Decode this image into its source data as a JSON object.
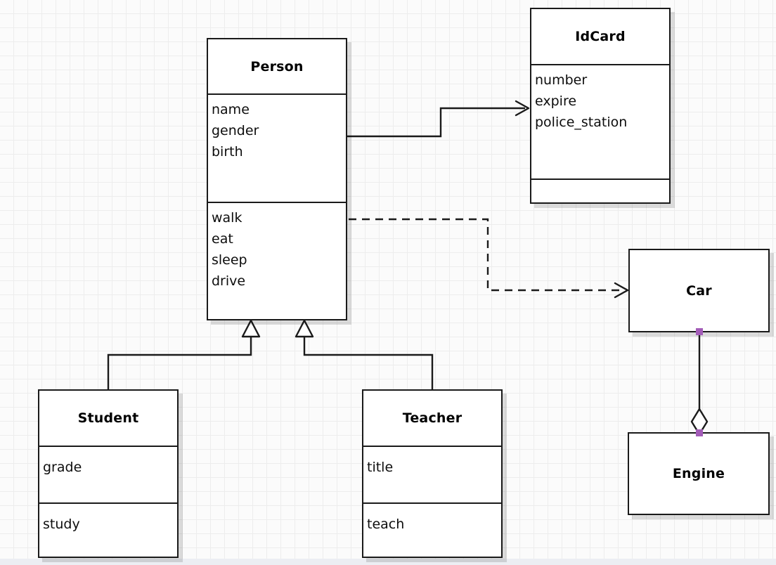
{
  "diagram": {
    "type": "uml-class-diagram",
    "background": "#fbfbfb",
    "grid_color": "#ededed",
    "line_color": "#1a1a1a",
    "handle_color": "#a35cb8"
  },
  "classes": {
    "person": {
      "name": "Person",
      "attributes": [
        "name",
        "gender",
        "birth"
      ],
      "methods": [
        "walk",
        "eat",
        "sleep",
        "drive"
      ]
    },
    "idcard": {
      "name": "IdCard",
      "attributes": [
        "number",
        "expire",
        "police_station"
      ],
      "methods": []
    },
    "student": {
      "name": "Student",
      "attributes": [
        "grade"
      ],
      "methods": [
        "study"
      ]
    },
    "teacher": {
      "name": "Teacher",
      "attributes": [
        "title"
      ],
      "methods": [
        "teach"
      ]
    },
    "car": {
      "name": "Car"
    },
    "engine": {
      "name": "Engine"
    }
  },
  "relationships": [
    {
      "name": "person-to-idcard",
      "kind": "association",
      "from": "Person",
      "to": "IdCard",
      "style": "solid",
      "arrow": "open"
    },
    {
      "name": "person-to-car",
      "kind": "dependency",
      "from": "Person",
      "to": "Car",
      "style": "dashed",
      "arrow": "open"
    },
    {
      "name": "student-to-person",
      "kind": "generalization",
      "from": "Student",
      "to": "Person",
      "style": "solid",
      "arrow": "hollow-triangle"
    },
    {
      "name": "teacher-to-person",
      "kind": "generalization",
      "from": "Teacher",
      "to": "Person",
      "style": "solid",
      "arrow": "hollow-triangle"
    },
    {
      "name": "car-to-engine",
      "kind": "aggregation",
      "from": "Car",
      "to": "Engine",
      "style": "solid",
      "arrow": "hollow-diamond"
    }
  ]
}
